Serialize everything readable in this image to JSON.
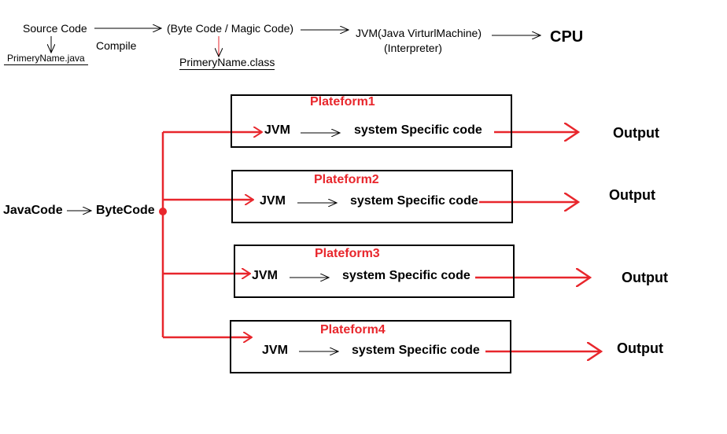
{
  "top_flow": {
    "source_code": "Source Code",
    "source_file": "PrimeryName.java",
    "compile": "Compile",
    "byte_code": "(Byte Code / Magic Code)",
    "class_file": "PrimeryName.class",
    "jvm": "JVM(Java VirturlMachine)",
    "interpreter": "(Interpreter)",
    "cpu": "CPU"
  },
  "main_flow": {
    "java_code": "JavaCode",
    "byte_code": "ByteCode"
  },
  "platforms": [
    {
      "name": "Plateform1",
      "jvm": "JVM",
      "code": "system Specific code",
      "output": "Output"
    },
    {
      "name": "Plateform2",
      "jvm": "JVM",
      "code": "system Specific code",
      "output": "Output"
    },
    {
      "name": "Plateform3",
      "jvm": "JVM",
      "code": "system Specific code",
      "output": "Output"
    },
    {
      "name": "Plateform4",
      "jvm": "JVM",
      "code": "system Specific code",
      "output": "Output"
    }
  ],
  "colors": {
    "accent": "#e8262c",
    "line": "#000000"
  }
}
